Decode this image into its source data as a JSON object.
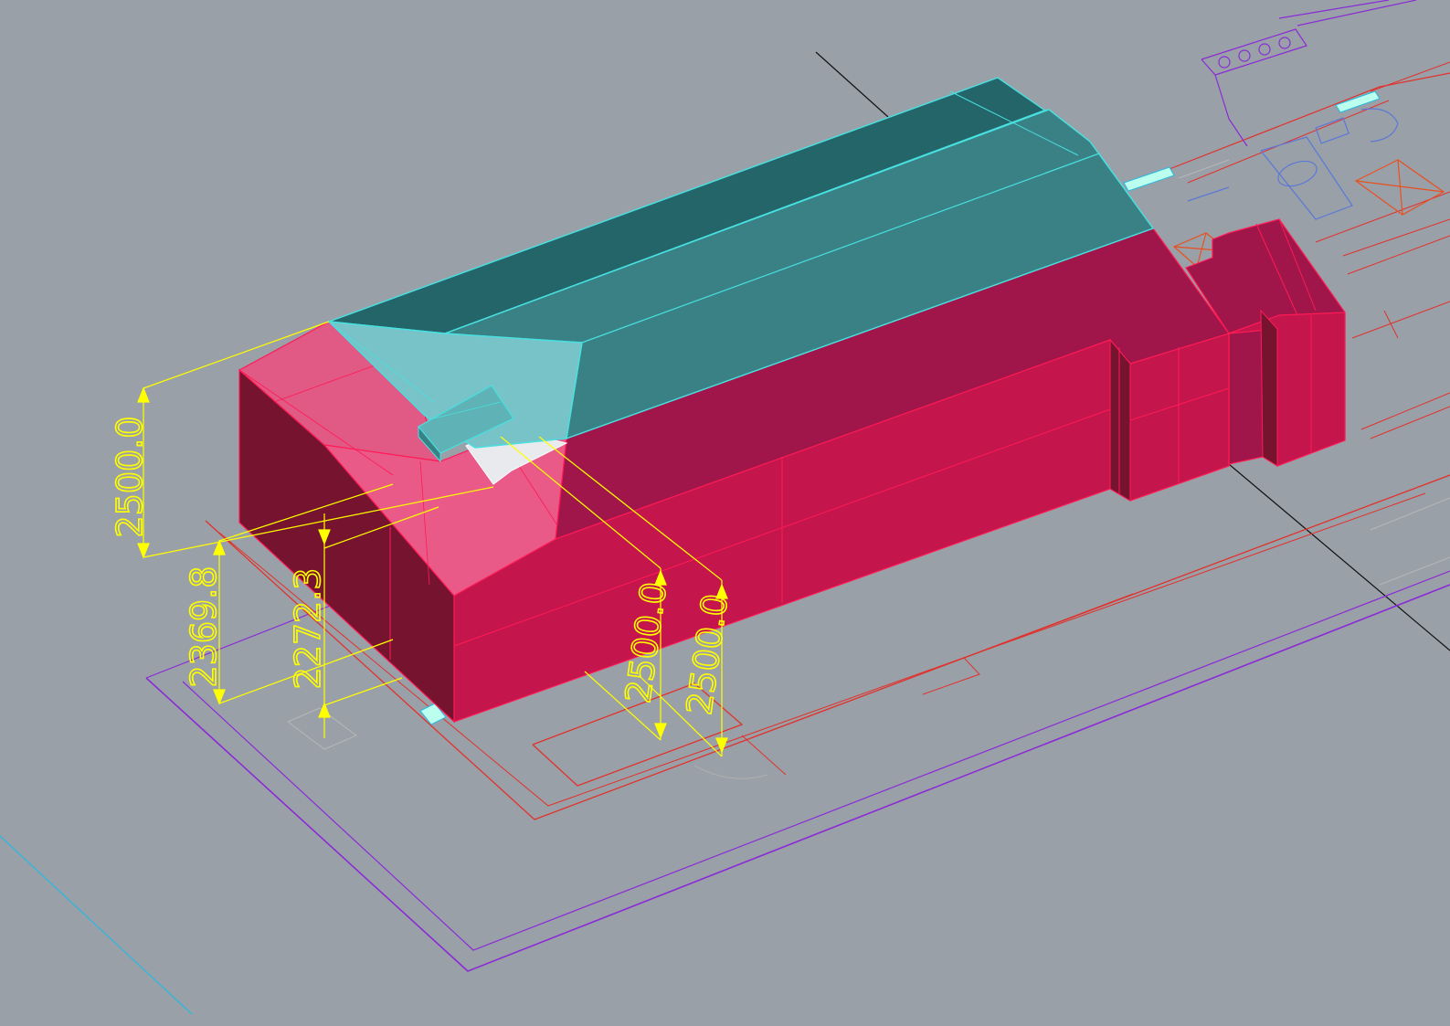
{
  "viewport": {
    "background_color": "#9aa0a8",
    "view": "3D isometric CAD model"
  },
  "colors": {
    "wall_front": "#c4164c",
    "wall_side": "#a1164a",
    "wall_end_dark": "#76142f",
    "wall_gable_light": "#e85a88",
    "roof_dark": "#246569",
    "roof_mid": "#3a8185",
    "roof_light": "#78c3c7",
    "roof_edge": "#48e0e0",
    "dimension": "#ffff00",
    "plan_red": "#e0322c",
    "plan_purple": "#8a2bd6",
    "plan_blue": "#5a78d8"
  },
  "dimensions": [
    {
      "id": "dim-left-top",
      "value": "2500.0"
    },
    {
      "id": "dim-left-mid",
      "value": "2369.8"
    },
    {
      "id": "dim-left-inner",
      "value": "2272.3"
    },
    {
      "id": "dim-front-1",
      "value": "2500.0"
    },
    {
      "id": "dim-front-2",
      "value": "2500.0"
    }
  ]
}
